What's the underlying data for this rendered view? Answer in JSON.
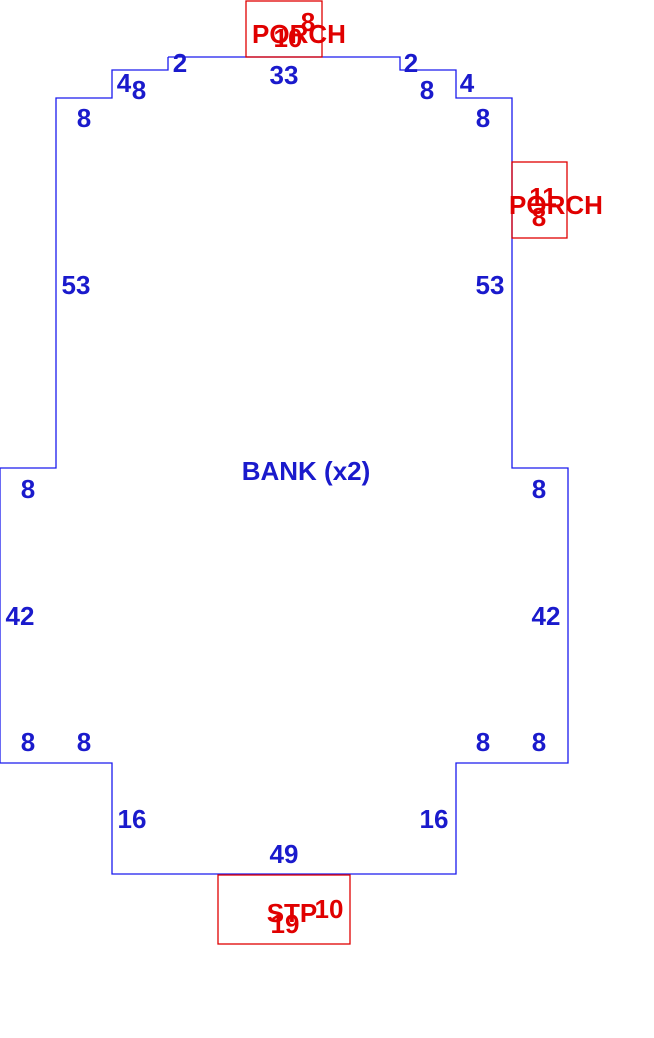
{
  "colors": {
    "outline": "#1a1aee",
    "dimension_text": "#1a1acc",
    "annex": "#e00000",
    "background": "#ffffff"
  },
  "plan": {
    "title": "BANK (x2)",
    "dimensions": {
      "top": "33",
      "top_left_step_h": "2",
      "top_right_step_h": "2",
      "top_left_step_v": "4",
      "top_right_step_v": "4",
      "top_left_notch_a": "8",
      "top_right_notch_a": "8",
      "top_left_notch_b": "8",
      "top_right_notch_b": "8",
      "left_upper": "53",
      "right_upper": "53",
      "left_mid_step_top": "8",
      "right_mid_step_top": "8",
      "left_wide": "42",
      "right_wide": "42",
      "left_low_step_a": "8",
      "left_low_step_b": "8",
      "right_low_step_a": "8",
      "right_low_step_b": "8",
      "left_bottom": "16",
      "right_bottom": "16",
      "bottom": "49"
    },
    "annexes": {
      "top_porch": {
        "label": "PORCH",
        "dim_a": "10",
        "dim_b": "8"
      },
      "side_porch": {
        "label": "PORCH",
        "dim_a": "11",
        "dim_b": "8"
      },
      "stoop": {
        "label": "STP",
        "dim_a": "10",
        "dim_b": "19"
      }
    }
  }
}
